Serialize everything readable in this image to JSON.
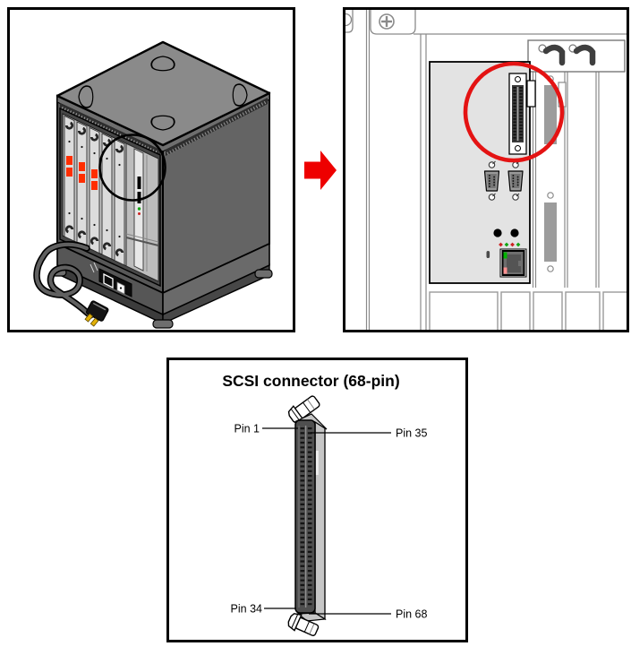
{
  "figure": {
    "scsi_diagram": {
      "title": "SCSI connector (68-pin)",
      "pin_labels": {
        "top_left": "Pin 1",
        "top_right": "Pin 35",
        "bottom_left": "Pin 34",
        "bottom_right": "Pin 68"
      }
    },
    "colors": {
      "highlight_red": "#e41313",
      "arrow_red": "#ee0000",
      "slot_label_red": "#ff2e00",
      "led_red": "#cc2222",
      "led_green": "#11a511",
      "ethernet_green": "#00b400",
      "ethernet_pink": "#ff9191",
      "plug_prong_gold": "#e2b007",
      "chassis_top_gray": "#8a8a8a",
      "chassis_side_gray": "#646464",
      "card_slot_gray": "#dcdcdc",
      "io_panel_gray": "#e3e3e3",
      "connector_gray": "#9c9c9c",
      "scsi_body_dark": "#4f4f4f",
      "scsi_side_gray": "#c6c6c6"
    },
    "icons": {
      "zoom_arrow": "red-arrow-icon",
      "tower_annotation": "black-circle-annotation",
      "panel_annotation": "red-circle-annotation"
    }
  }
}
